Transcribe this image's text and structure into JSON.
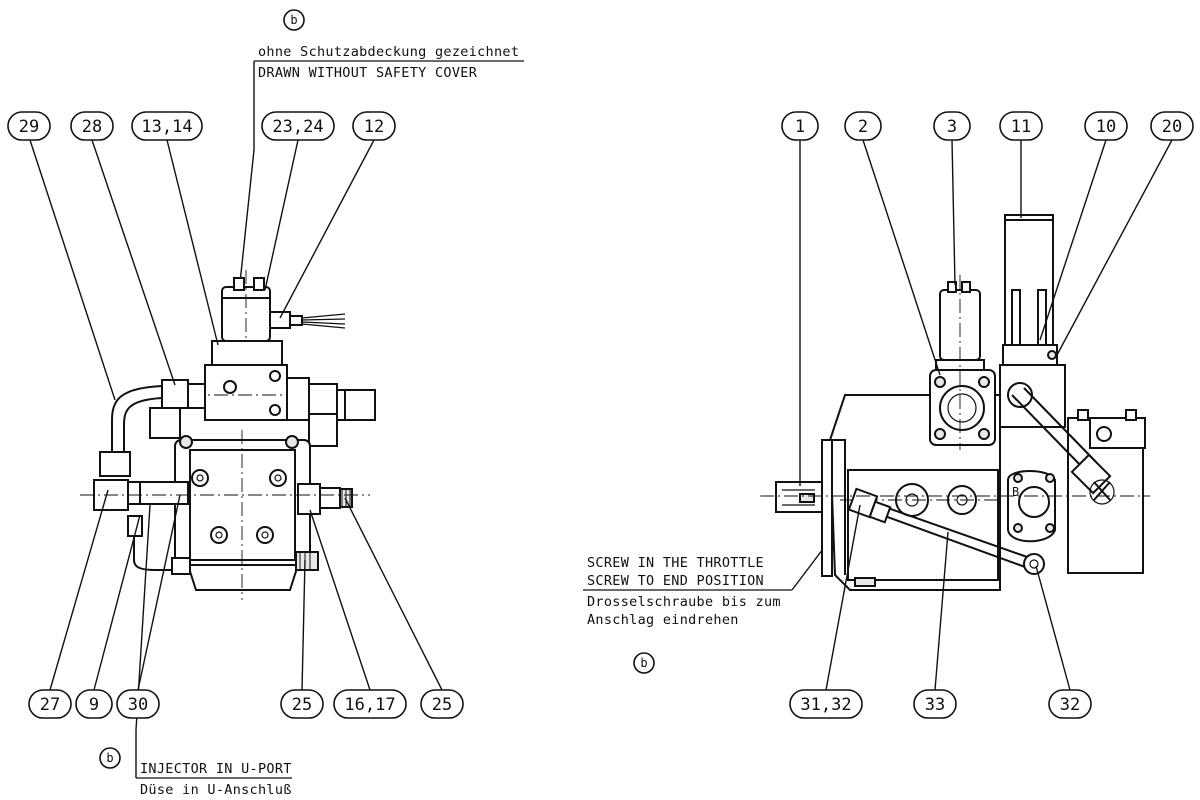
{
  "balloons_left_top": [
    "29",
    "28",
    "13,14",
    "23,24",
    "12"
  ],
  "balloons_left_bottom": [
    "27",
    "9",
    "30",
    "25",
    "16,17",
    "25"
  ],
  "balloons_right_top": [
    "1",
    "2",
    "3",
    "11",
    "10",
    "20"
  ],
  "balloons_right_bottom": [
    "31,32",
    "33",
    "32"
  ],
  "note_marker": "b",
  "notes": {
    "cover_de": "ohne Schutzabdeckung gezeichnet",
    "cover_en": "DRAWN WITHOUT SAFETY COVER",
    "injector_en": "INJECTOR IN U-PORT",
    "injector_de": "Düse in U-Anschluß",
    "throttle_en_1": "SCREW IN THE THROTTLE",
    "throttle_en_2": "SCREW TO END POSITION",
    "throttle_de_1": "Drosselschraube bis zum",
    "throttle_de_2": "Anschlag eindrehen"
  },
  "port_label": "B"
}
